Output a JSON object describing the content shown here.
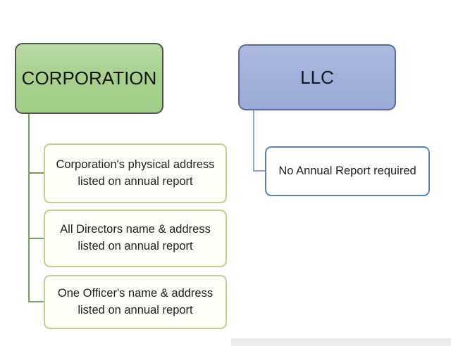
{
  "diagram": {
    "corporation": {
      "label": "CORPORATION",
      "children": [
        "Corporation's physical address\nlisted on annual report",
        "All Directors name & address\nlisted on annual report",
        "One Officer's name & address\nlisted on annual report"
      ]
    },
    "llc": {
      "label": "LLC",
      "children": [
        "No Annual Report required"
      ]
    },
    "colors": {
      "corporation_fill": "#a9d18e",
      "corporation_border": "#4f564a",
      "corporation_child_border": "#bcd095",
      "corporation_connector": "#7d9a62",
      "llc_fill": "#a2b1db",
      "llc_border": "#5d6c94",
      "llc_child_border": "#5b7fc0",
      "llc_connector": "#96a6d1",
      "child_fill": "#fefef8",
      "background": "#ffffff",
      "text": "#222222"
    }
  }
}
